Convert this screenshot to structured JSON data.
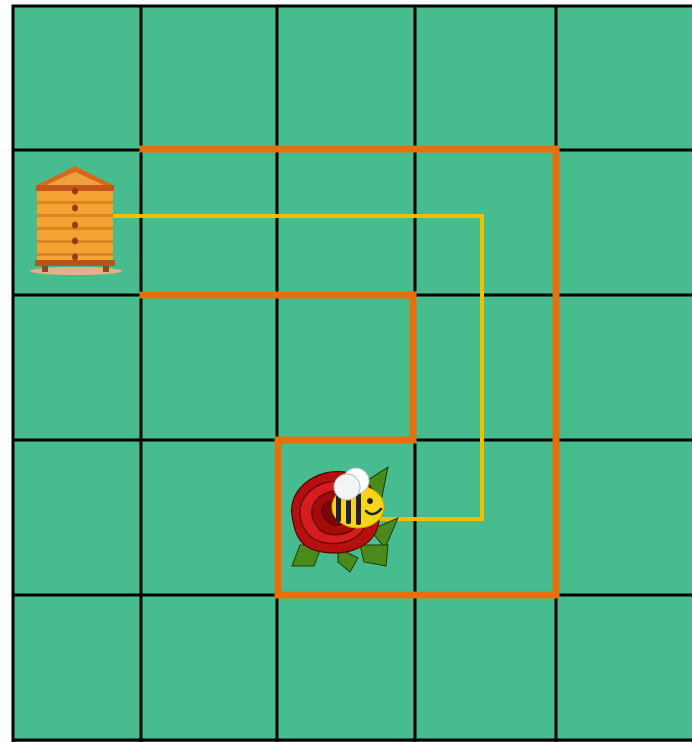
{
  "game": {
    "grid": {
      "rows": 5,
      "cols": 5,
      "cell_color": "#47bc8e",
      "line_color": "#000000"
    },
    "colors": {
      "wall": "#e46f0b",
      "path": "#f0bf00",
      "beehive_body": "#f2a332",
      "beehive_roof": "#d9681a",
      "rose": "#cc1414",
      "leaf": "#4a8a1a",
      "bee_body": "#f7d51a",
      "bee_stripe": "#222222"
    },
    "pieces": {
      "beehive": {
        "row": 1,
        "col": 0,
        "icon": "beehive-icon"
      },
      "flower": {
        "row": 3,
        "col": 2,
        "icon": "rose-flower-icon"
      },
      "bee": {
        "row": 3,
        "col": 2,
        "icon": "bee-icon"
      }
    }
  }
}
